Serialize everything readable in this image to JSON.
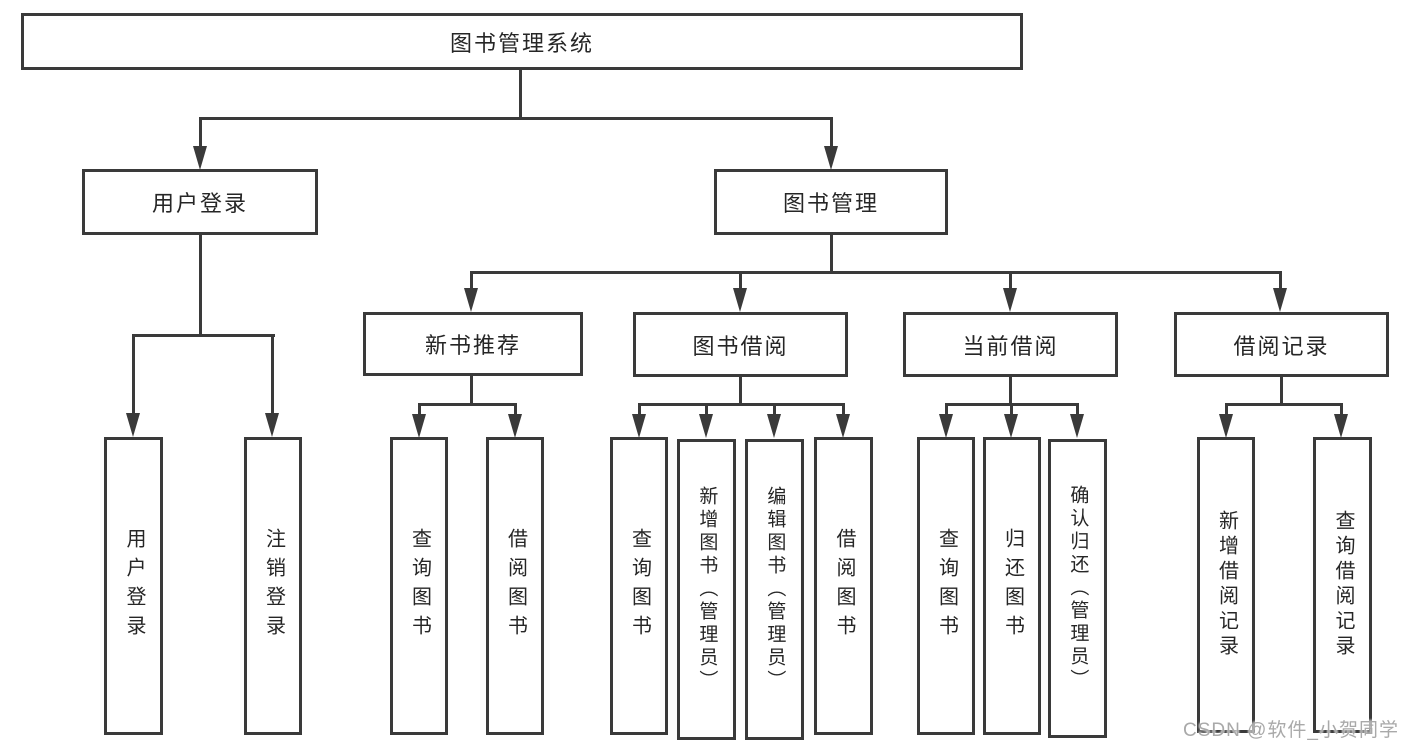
{
  "colors": {
    "line": "#3a3a3a",
    "text": "#262626",
    "bg": "#ffffff",
    "watermark": "#a9a9a9"
  },
  "watermark": "CSDN @软件_小贺同学",
  "nodes": {
    "root": "图书管理系统",
    "user_login": "用户登录",
    "book_mgmt": "图书管理",
    "new_book_rec": "新书推荐",
    "book_borrow": "图书借阅",
    "current_borrow": "当前借阅",
    "borrow_record": "借阅记录",
    "leaf_user_login": "用户登录",
    "leaf_logout": "注销登录",
    "rec_query_book": "查询图书",
    "rec_borrow_book": "借阅图书",
    "bor_query_book": "查询图书",
    "bor_add_book": "新增图书（管理员）",
    "bor_edit_book": "编辑图书（管理员）",
    "bor_borrow_book": "借阅图书",
    "cur_query_book": "查询图书",
    "cur_return_book": "归还图书",
    "cur_confirm_return": "确认归还（管理员）",
    "his_add_record": "新增借阅记录",
    "his_query_record": "查询借阅记录"
  }
}
